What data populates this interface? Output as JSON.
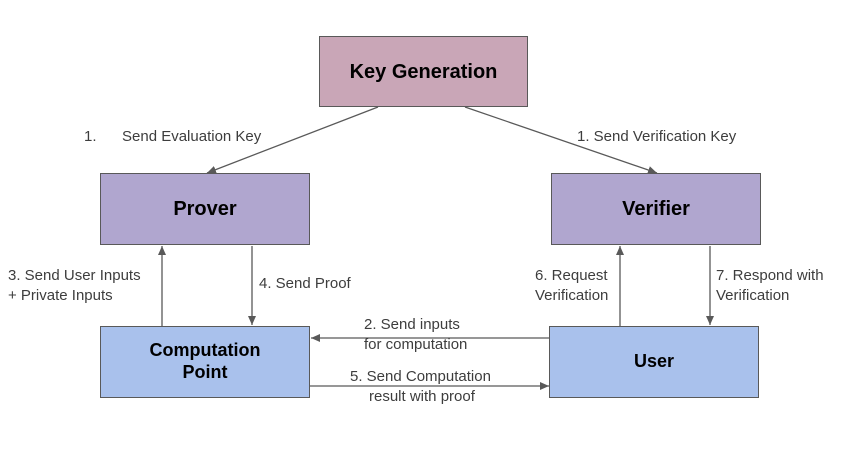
{
  "colors": {
    "key_generation_fill": "#c9a6b7",
    "purple_fill": "#b0a6cf",
    "blue_fill": "#a9c1ec",
    "edge": "#595959"
  },
  "nodes": {
    "key_generation": "Key Generation",
    "prover": "Prover",
    "verifier": "Verifier",
    "computation_point": [
      "Computation",
      "Point"
    ],
    "user": "User"
  },
  "edges": {
    "send_evaluation_key": {
      "step": "1.",
      "text": "Send Evaluation Key"
    },
    "send_verification_key": "1. Send Verification Key",
    "send_user_inputs": [
      "3. Send User Inputs",
      "+ Private Inputs"
    ],
    "send_proof": "4. Send Proof",
    "request_verification": [
      "6. Request",
      "Verification"
    ],
    "respond_with_verification": [
      "7. Respond with",
      "Verification"
    ],
    "send_inputs": [
      "2. Send inputs",
      "for computation"
    ],
    "send_computation_result": [
      "5. Send Computation",
      "result with proof"
    ]
  }
}
